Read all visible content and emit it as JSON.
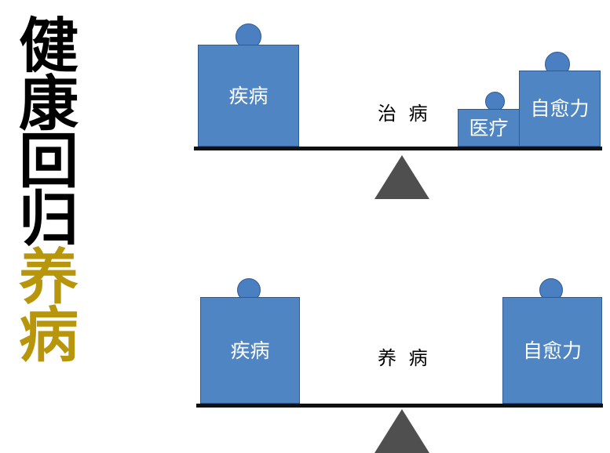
{
  "title_vertical": {
    "chars": [
      {
        "t": "健",
        "accent": false
      },
      {
        "t": "康",
        "accent": false
      },
      {
        "t": "回",
        "accent": false
      },
      {
        "t": "归",
        "accent": false
      },
      {
        "t": "养",
        "accent": true
      },
      {
        "t": "病",
        "accent": true
      }
    ]
  },
  "colors": {
    "block_fill": "#5085c3",
    "block_stroke": "#2f5a94",
    "knob_fill": "#4a7fc1",
    "beam": "#111111",
    "fulcrum": "#4f4f4f",
    "accent_text": "#b8960c",
    "plain_text": "#000000",
    "block_text": "#ffffff"
  },
  "diagrams": [
    {
      "id": "top-scale",
      "center_label": "治 病",
      "blocks": [
        {
          "name": "disease",
          "label": "疾病"
        },
        {
          "name": "medical-treatment",
          "label": "医疗"
        },
        {
          "name": "self-healing-power",
          "label": "自愈力"
        }
      ]
    },
    {
      "id": "bottom-scale",
      "center_label": "养 病",
      "blocks": [
        {
          "name": "disease",
          "label": "疾病"
        },
        {
          "name": "self-healing-power",
          "label": "自愈力"
        }
      ]
    }
  ]
}
